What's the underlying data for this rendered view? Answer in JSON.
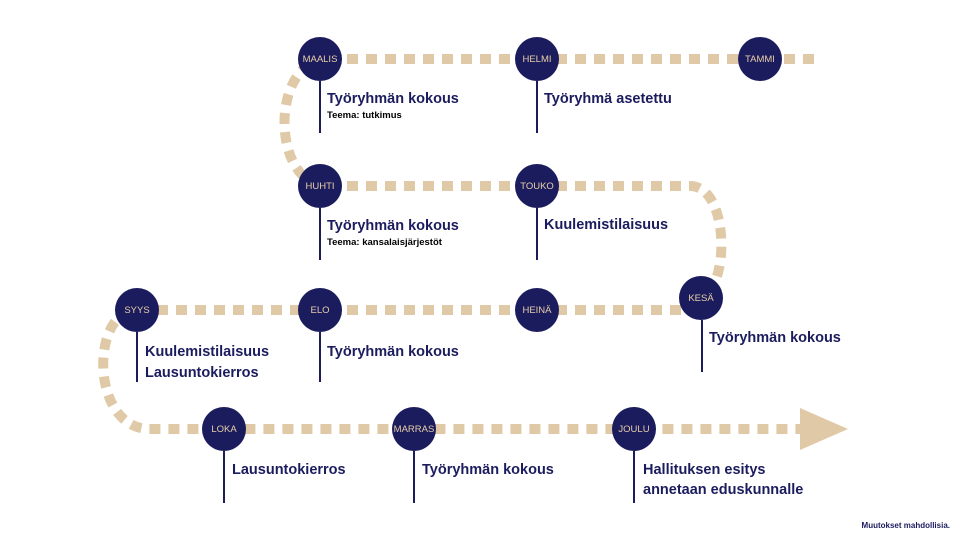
{
  "colors": {
    "navy": "#1b1c5e",
    "path": "#e0c9a6"
  },
  "months": {
    "maalis": "MAALIS",
    "helmi": "HELMI",
    "tammi": "TAMMI",
    "huhti": "HUHTI",
    "touko": "TOUKO",
    "syys": "SYYS",
    "elo": "ELO",
    "heina": "HEINÄ",
    "kesa": "KESÄ",
    "loka": "LOKA",
    "marras": "MARRAS",
    "joulu": "JOULU"
  },
  "events": {
    "maalis": {
      "title": "Työryhmän kokous",
      "sub": "Teema: tutkimus"
    },
    "helmi": {
      "title": "Työryhmä asetettu"
    },
    "huhti": {
      "title": "Työryhmän kokous",
      "sub": "Teema: kansalaisjärjestöt"
    },
    "touko": {
      "title": "Kuulemistilaisuus"
    },
    "kesa": {
      "title": "Työryhmän kokous"
    },
    "syys": {
      "line1": "Kuulemistilaisuus",
      "line2": "Lausuntokierros"
    },
    "elo": {
      "title": "Työryhmän kokous"
    },
    "loka": {
      "title": "Lausuntokierros"
    },
    "marras": {
      "title": "Työryhmän kokous"
    },
    "joulu": {
      "line1": "Hallituksen esitys",
      "line2": "annetaan eduskunnalle"
    }
  },
  "note": "Muutokset mahdollisia."
}
